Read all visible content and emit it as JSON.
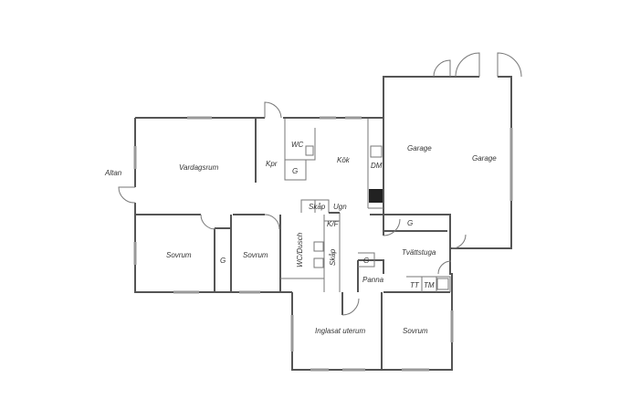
{
  "rooms": {
    "altan": "Altan",
    "vardagsrum": "Vardagsrum",
    "kpr": "Kpr",
    "wc": "WC",
    "g_wc": "G",
    "kok": "Kök",
    "dm": "DM",
    "garage1": "Garage",
    "garage2": "Garage",
    "skap1": "Skåp",
    "ugn": "Ugn",
    "kf": "K/F",
    "g_laundry": "G",
    "tvattstuga": "Tvättstuga",
    "g_panna": "G",
    "panna": "Panna",
    "tt": "TT",
    "tm": "TM",
    "sovrum1": "Sovrum",
    "g_bed": "G",
    "sovrum2": "Sovrum",
    "wcdusch": "WC/Dusch",
    "skap2": "Skåp",
    "uterum": "Inglasat uterum",
    "sovrum3": "Sovrum"
  }
}
